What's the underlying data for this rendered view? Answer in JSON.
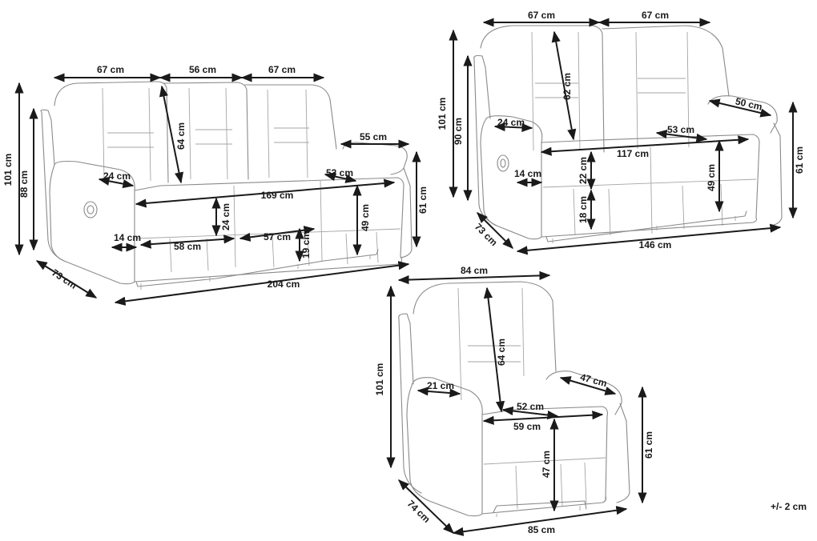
{
  "tolerance": "+/- 2 cm",
  "sofa_3_seater": {
    "dims": [
      "67 cm",
      "56 cm",
      "67 cm",
      "55 cm",
      "64 cm",
      "24 cm",
      "53 cm",
      "169 cm",
      "24 cm",
      "61 cm",
      "49 cm",
      "57 cm",
      "19 cm",
      "58 cm",
      "14 cm",
      "101 cm",
      "88 cm",
      "73 cm",
      "204 cm"
    ]
  },
  "sofa_2_seater": {
    "dims": [
      "67 cm",
      "67 cm",
      "62 cm",
      "50 cm",
      "24 cm",
      "53 cm",
      "117 cm",
      "14 cm",
      "22 cm",
      "49 cm",
      "18 cm",
      "61 cm",
      "101 cm",
      "90 cm",
      "73 cm",
      "146 cm"
    ]
  },
  "armchair": {
    "dims": [
      "84 cm",
      "64 cm",
      "21 cm",
      "47 cm",
      "52 cm",
      "59 cm",
      "47 cm",
      "101 cm",
      "61 cm",
      "74 cm",
      "85 cm"
    ]
  }
}
